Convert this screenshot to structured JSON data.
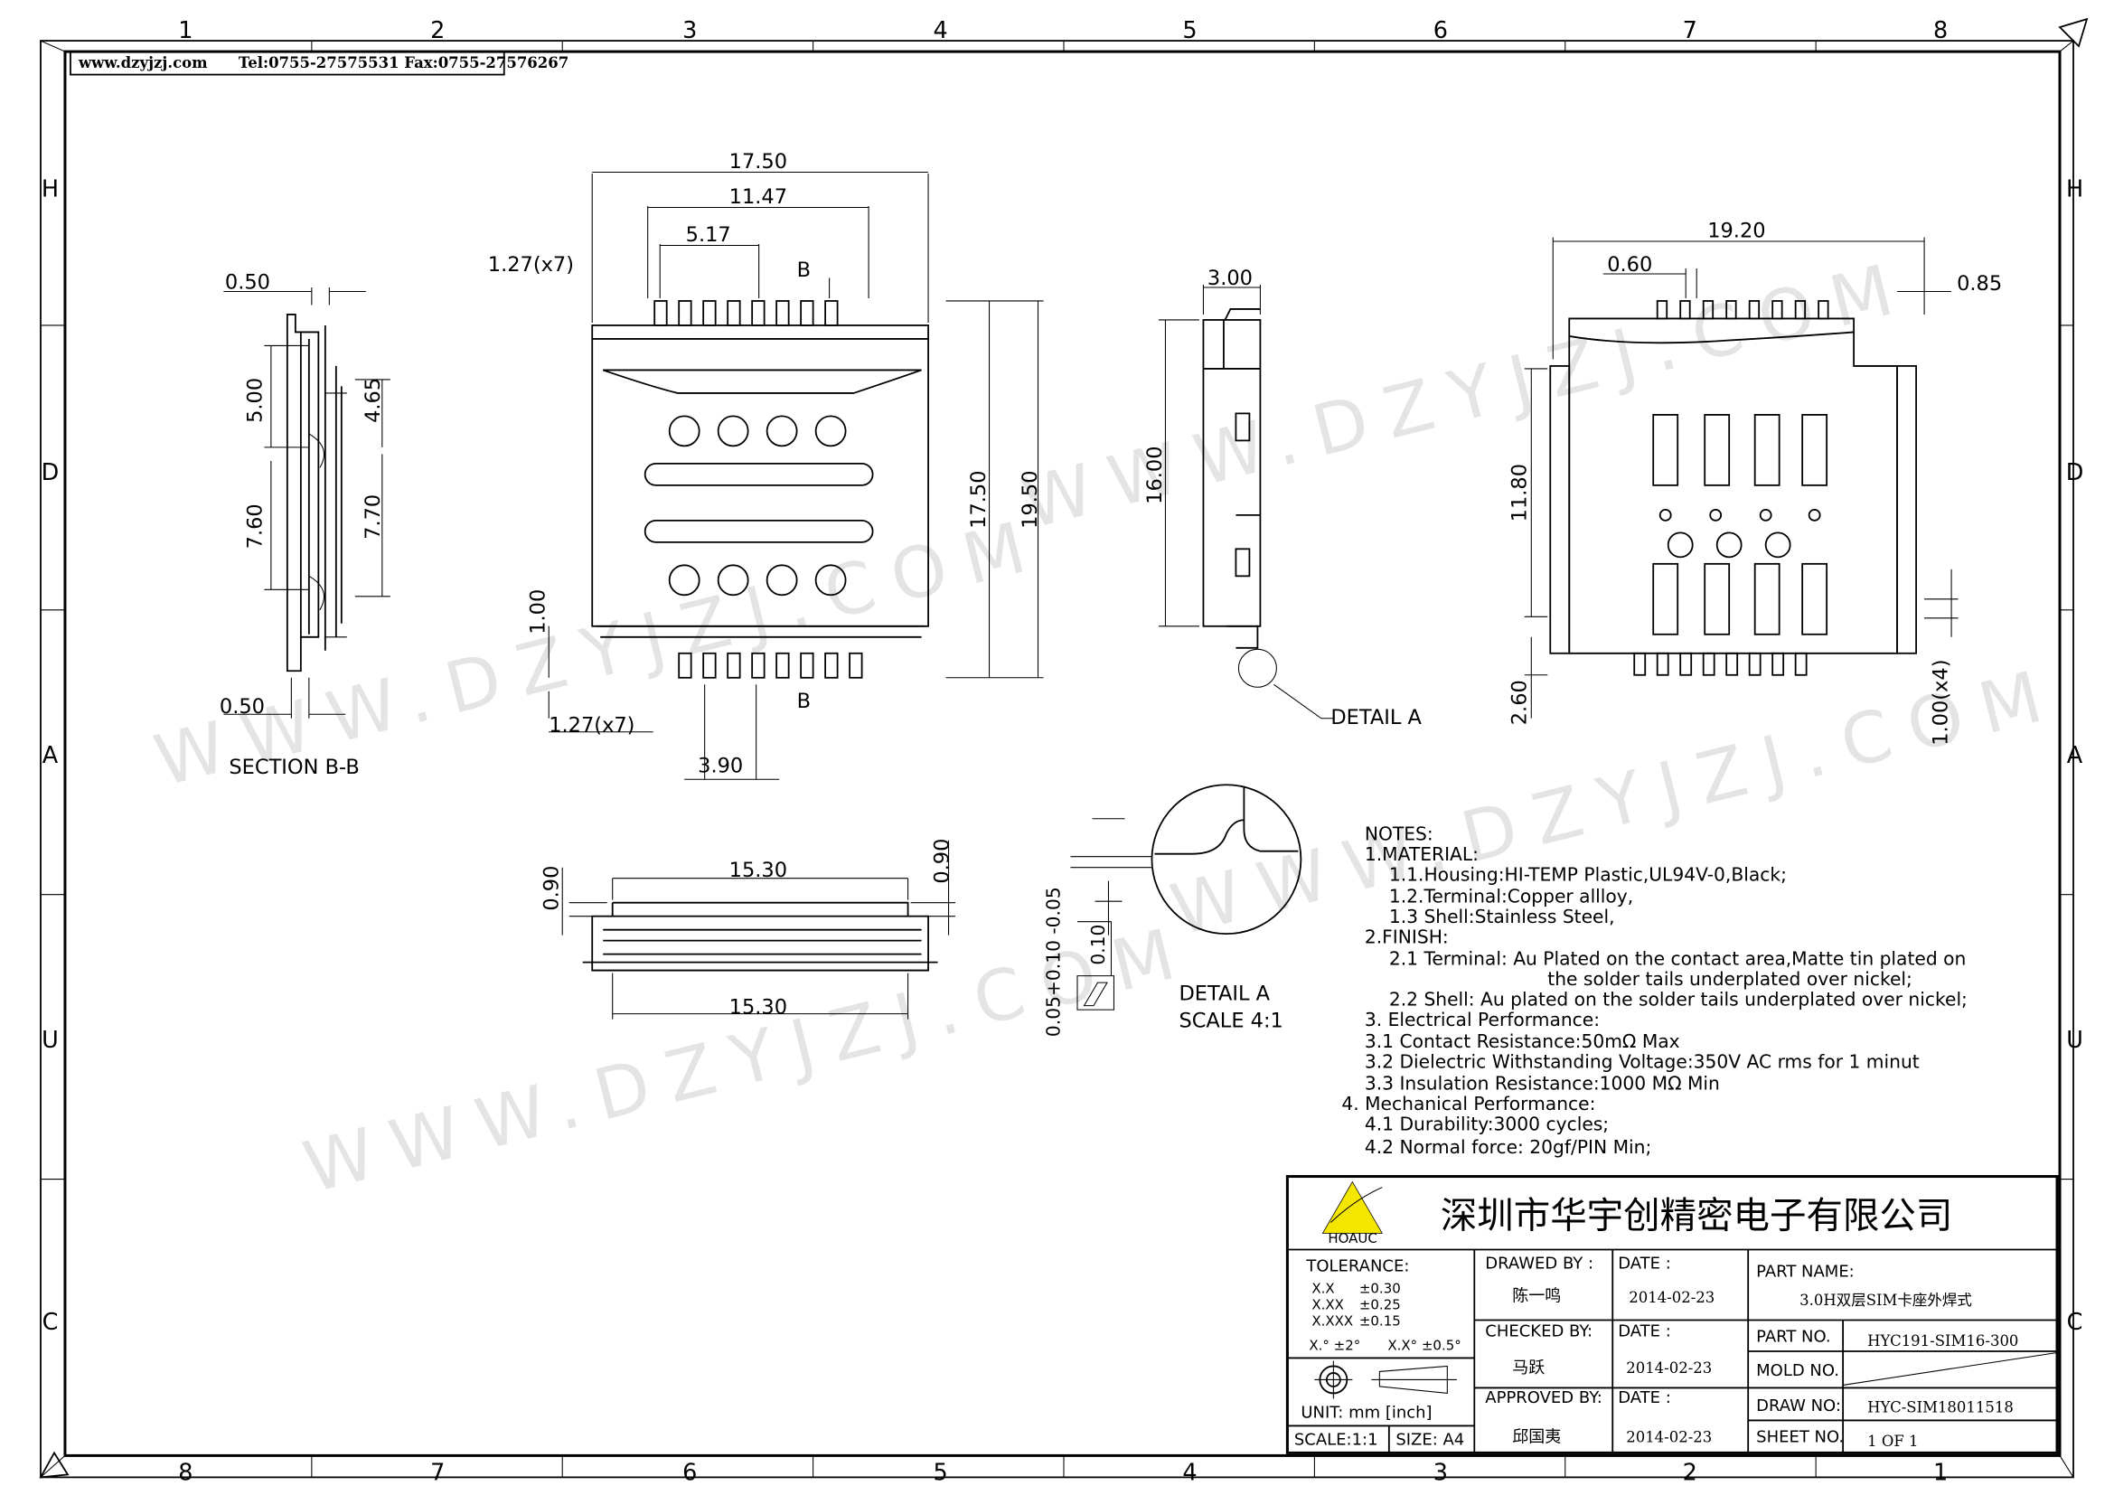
{
  "header": {
    "website": "www.dzyjzj.com",
    "contact": "Tel:0755-27575531  Fax:0755-27576267"
  },
  "grid": {
    "columns_top": [
      "1",
      "2",
      "3",
      "4",
      "5",
      "6",
      "7",
      "8"
    ],
    "columns_bottom": [
      "8",
      "7",
      "6",
      "5",
      "4",
      "3",
      "2",
      "1"
    ],
    "rows": [
      "H",
      "D",
      "A",
      "U",
      "C"
    ]
  },
  "watermark": "WWW.DZYJZJ.COM",
  "section_view": {
    "title": "SECTION B-B",
    "dims": [
      "0.50",
      "5.00",
      "4.65",
      "7.60",
      "7.70",
      "0.50"
    ]
  },
  "front_view": {
    "dims": [
      "17.50",
      "11.47",
      "5.17",
      "1.27(x7)",
      "B",
      "17.50",
      "19.50",
      "1.00",
      "1.27(x7)",
      "B",
      "3.90"
    ]
  },
  "side_view": {
    "dims": [
      "3.00",
      "16.00"
    ],
    "callout": "DETAIL A"
  },
  "bottom_view": {
    "dims": [
      "19.20",
      "0.60",
      "0.85",
      "11.80",
      "2.60",
      "1.00(x4)"
    ]
  },
  "lower_view": {
    "dims": [
      "15.30",
      "0.90",
      "0.90",
      "15.30"
    ]
  },
  "detail_a": {
    "title": "DETAIL A",
    "scale": "SCALE 4:1",
    "dims": [
      "0.05+0.10 -0.05",
      "0.10"
    ]
  },
  "notes": {
    "title": "NOTES:",
    "lines": [
      "1.MATERIAL:",
      "1.1.Housing:HI-TEMP  Plastic,UL94V-0,Black;",
      "1.2.Terminal:Copper  allloy,",
      "1.3  Shell:Stainless  Steel,",
      "2.FINISH:",
      "2.1  Terminal:  Au  Plated  on  the  contact  area,Matte  tin  plated  on",
      "the  solder  tails  underplated  over  nickel;",
      "2.2  Shell:  Au  plated  on  the  solder  tails   underplated  over  nickel;",
      "3.  Electrical  Performance:",
      "3.1  Contact  Resistance:50mΩ  Max",
      "3.2  Dielectric  Withstanding  Voltage:350V  AC  rms  for  1  minut",
      "3.3  Insulation  Resistance:1000  MΩ  Min",
      "4.  Mechanical  Performance:",
      "4.1  Durability:3000  cycles;",
      "4.2  Normal  force:  20gf/PIN  Min;"
    ]
  },
  "title_block": {
    "logo_text": "HOAUC",
    "company": "深圳市华宇创精密电子有限公司",
    "tolerance_label": "TOLERANCE:",
    "tolerances": [
      [
        "X.X",
        "±0.30"
      ],
      [
        "X.XX",
        "±0.25"
      ],
      [
        "X.XXX",
        "±0.15"
      ]
    ],
    "angle_tol": [
      "X.° ±2°",
      "X.X° ±0.5°"
    ],
    "unit": "UNIT:  mm  [inch]",
    "scale": "SCALE:1:1",
    "size": "SIZE: A4",
    "drawed_by_label": "DRAWED  BY :",
    "drawed_by": "陈一鸣",
    "checked_by_label": "CHECKED  BY:",
    "checked_by": "马跃",
    "approved_by_label": "APPROVED  BY:",
    "approved_by": "邱国夷",
    "date_label": "DATE :",
    "dates": [
      "2014-02-23",
      "2014-02-23",
      "2014-02-23"
    ],
    "part_name_label": "PART  NAME:",
    "part_name": "3.0H双层SIM卡座外焊式",
    "part_no_label": "PART  NO.",
    "part_no": "HYC191-SIM16-300",
    "mold_no_label": "MOLD  NO.",
    "draw_no_label": "DRAW  NO:",
    "draw_no": "HYC-SIM18011518",
    "sheet_no_label": "SHEET  NO.",
    "sheet_no": "1  OF  1"
  }
}
